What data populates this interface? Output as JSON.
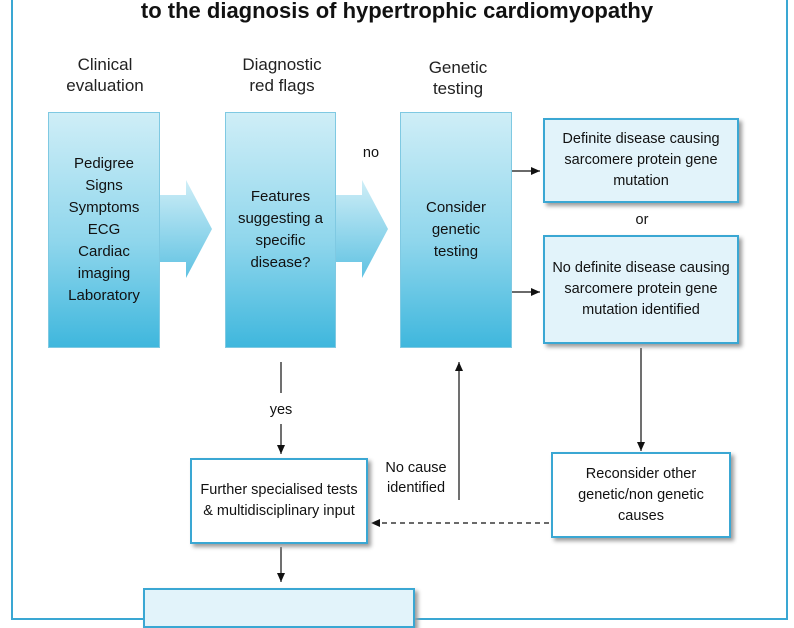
{
  "title": "to the diagnosis of hypertrophic cardiomyopathy",
  "headers": {
    "clinical": "Clinical\nevaluation",
    "red_flags": "Diagnostic\nred flags",
    "genetic": "Genetic\ntesting"
  },
  "columns": {
    "clinical": "Pedigree\nSigns\nSymptoms\nECG\nCardiac\nimaging\nLaboratory",
    "red_flags": "Features\nsuggesting a\nspecific\ndisease?",
    "genetic": "Consider\ngenetic\ntesting"
  },
  "boxes": {
    "definite": "Definite disease causing sarcomere protein gene mutation",
    "no_definite": "No definite disease causing sarcomere protein gene mutation identified",
    "further": "Further specialised tests & multidisciplinary input",
    "reconsider": "Reconsider other genetic/non genetic causes"
  },
  "labels": {
    "no": "no",
    "or": "or",
    "yes": "yes",
    "no_cause": "No cause\nidentified"
  },
  "colors": {
    "accent": "#3aa7d3",
    "column_fill": "#8fd6ec",
    "box_fill": "#e2f3fa"
  }
}
